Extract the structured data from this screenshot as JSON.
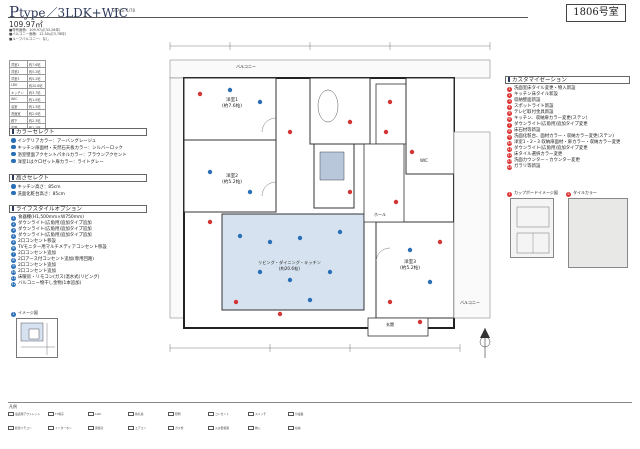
{
  "header": {
    "type_prefix": "P",
    "type_rest": "type／3LDK+WIC",
    "scale": "SCALE 1/78",
    "area": "109.97㎡",
    "room_number": "1806号室"
  },
  "colors": {
    "accent": "#2e3a5a",
    "marker_blue": "#2a6fb5",
    "marker_red": "#d33333",
    "highlight_blue": "#d6e2ef"
  },
  "color_select": {
    "title": "カラーセレクト",
    "items": [
      "インテリアカラー：アーバングレージュ",
      "キッチン扉面材・天然石天板カラー：シルバーロック",
      "浴室壁面アクセントパネルカラー：ブラウンアクセント",
      "洋室1はクロゼット扉カラー：ライトグレー"
    ]
  },
  "height_select": {
    "title": "高さセレクト",
    "items": [
      "キッチン高さ：85cm",
      "洗面化粧台高さ：85cm"
    ]
  },
  "lifestyle": {
    "title": "ライフスタイルオプション",
    "items": [
      "食器棚(H1,500mm×W750mm)",
      "ダウンライト(広角用)追加タイプ追加",
      "ダウンライト(広角用)追加タイプ追加",
      "ダウンライト(広角用)追加タイプ追加",
      "2口コンセント移設",
      "TVモニター用マルチメディアコンセント移設",
      "2口コンセント追加",
      "2口アース付コンセント追加(専用回路)",
      "2口コンセント追加",
      "2口コンセント追加",
      "床暖房・リモコン(ガス)温水式(リビング)",
      "バルコニー物干し金物(1本追加)"
    ],
    "image_label": "イメージ図"
  },
  "customize": {
    "title": "カスタマイゼーション",
    "items": [
      "洗面室床タイル変更・物入新設",
      "キッチン床タイル新設",
      "収納壁面新設",
      "スポットライト新設",
      "テレビ取付金具新設",
      "キッチン、収納扉カラー変更(ステン)",
      "ダウンライト(広角用)追加タイプ変更",
      "床石材等新設",
      "洗面化粧台、面材カラー・収納カラー変更(ステン)",
      "洋室1・2・3 収納扉面材・扉カラー・収納カラー変更",
      "ダウンライト(広角用)追加タイプ変更",
      "床タイル選択カラー変更",
      "洗面カウンター・カウンター変更",
      "ガラリ等新設"
    ],
    "cupboard_image_label": "カップボードイメージ図",
    "tile_color_label": "タイルカラー"
  },
  "area_table": {
    "rows": [
      [
        "洋室1",
        "約7.6帖"
      ],
      [
        "洋室2",
        "約5.2帖"
      ],
      [
        "洋室3",
        "約5.2帖"
      ],
      [
        "LDK",
        "約20.6帖"
      ],
      [
        "キッチン",
        "約3.7帖"
      ],
      [
        "WIC",
        "約1.0帖"
      ],
      [
        "浴室",
        "約1.3帖"
      ],
      [
        "洗面室",
        "約2.0帖"
      ],
      [
        "廊下",
        "約2.3帖"
      ],
      [
        "玄関",
        "約1.1帖"
      ]
    ]
  },
  "spec_lines": [
    "■専有面積：109.97㎡(33.26坪)",
    "■バルコニー面積：12.50㎡(3.78坪)",
    "■ルーフバルコニー：なし"
  ],
  "plan_labels": {
    "room1": "洋室1",
    "room1_size": "(約7.6帖)",
    "room2": "洋室2",
    "room2_size": "(約5.2帖)",
    "room3": "洋室3",
    "room3_size": "(約5.2帖)",
    "ldk": "リビング・ダイニング・キッチン",
    "ldk_size": "(約20.6帖)",
    "balcony_top": "バルコニー",
    "balcony_right": "バルコニー",
    "wic": "WIC",
    "hall": "ホール",
    "entrance": "玄関"
  },
  "legend": {
    "title": "凡例",
    "items": [
      "電話用アウトレット",
      "TV端子",
      "LAN",
      "換気扇",
      "照明",
      "コンセント",
      "スイッチ",
      "分電盤",
      "給湯リモコン",
      "インターホン",
      "床暖房",
      "エアコン",
      "ガス栓",
      "火災警報器",
      "物入",
      "収納"
    ]
  }
}
